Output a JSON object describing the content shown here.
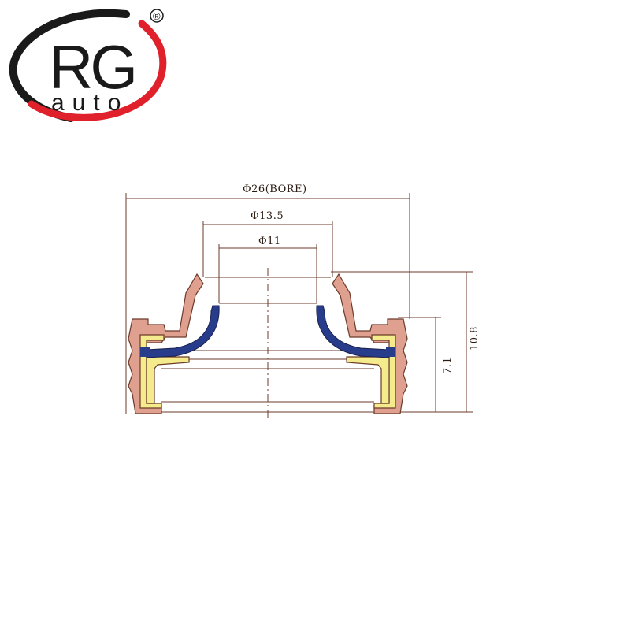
{
  "logo": {
    "letters": "RG",
    "subtitle": "auto",
    "registered": "®",
    "ring_colors": {
      "dark": "#1a1a1a",
      "red": "#e0202a"
    }
  },
  "diagram": {
    "dimensions": {
      "bore": "Φ26(BORE)",
      "mid_diameter": "Φ13.5",
      "inner_diameter": "Φ11",
      "total_height": "10.8",
      "body_height": "7.1"
    },
    "colors": {
      "housing": "#e0a090",
      "lip": "#283c8c",
      "spring": "#f4ec8c",
      "line": "#6b3a2a"
    }
  }
}
